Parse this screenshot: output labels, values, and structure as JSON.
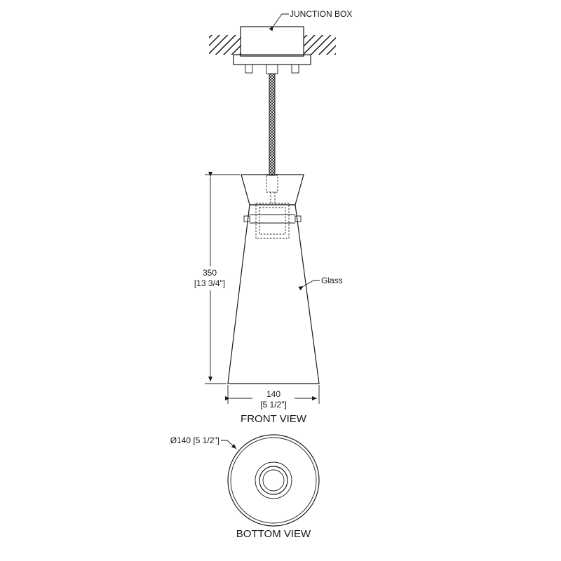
{
  "labels": {
    "junction_box": "JUNCTION BOX",
    "glass": "Glass",
    "height_mm": "350",
    "height_in": "[13 3/4\"]",
    "width_mm": "140",
    "width_in": "[5 1/2\"]",
    "diameter": "Ø140 [5 1/2\"]",
    "front_view": "FRONT VIEW",
    "bottom_view": "BOTTOM VIEW"
  },
  "colors": {
    "line": "#1a1a1a",
    "background": "#ffffff"
  }
}
